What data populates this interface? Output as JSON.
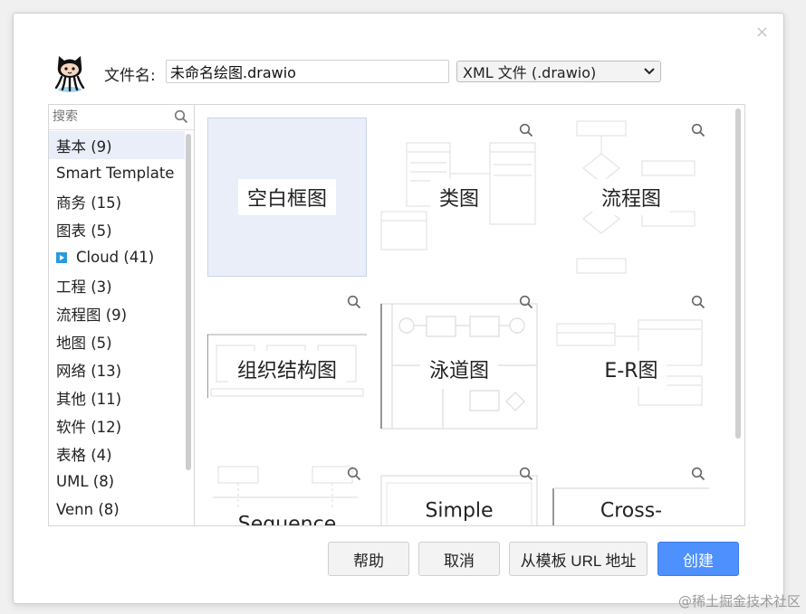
{
  "dialog": {
    "filename_label": "文件名:",
    "filename_value": "未命名绘图.drawio",
    "filetype_value": "XML 文件 (.drawio)",
    "close_glyph": "×"
  },
  "sidebar": {
    "search_placeholder": "搜索",
    "categories": [
      {
        "label": "基本 (9)"
      },
      {
        "label": "Smart Template"
      },
      {
        "label": "商务 (15)"
      },
      {
        "label": "图表 (5)"
      },
      {
        "label": "Cloud (41)",
        "icon": "cloud-play-icon"
      },
      {
        "label": "工程 (3)"
      },
      {
        "label": "流程图 (9)"
      },
      {
        "label": "地图 (5)"
      },
      {
        "label": "网络 (13)"
      },
      {
        "label": "其他 (11)"
      },
      {
        "label": "软件 (12)"
      },
      {
        "label": "表格 (4)"
      },
      {
        "label": "UML (8)"
      },
      {
        "label": "Venn (8)"
      }
    ]
  },
  "templates": [
    {
      "label": "空白框图"
    },
    {
      "label": "类图"
    },
    {
      "label": "流程图"
    },
    {
      "label": "组织结构图"
    },
    {
      "label": "泳道图"
    },
    {
      "label": "E-R图"
    },
    {
      "label": "Sequence"
    },
    {
      "label": "Simple"
    },
    {
      "label": "Cross-"
    }
  ],
  "buttons": {
    "help": "帮助",
    "cancel": "取消",
    "from_url": "从模板 URL 地址",
    "create": "创建"
  },
  "watermark": "@稀土掘金技术社区",
  "colors": {
    "primary": "#4d90fe",
    "selected_bg": "#e9eef8",
    "cloud_icon": "#2b9bd7"
  }
}
